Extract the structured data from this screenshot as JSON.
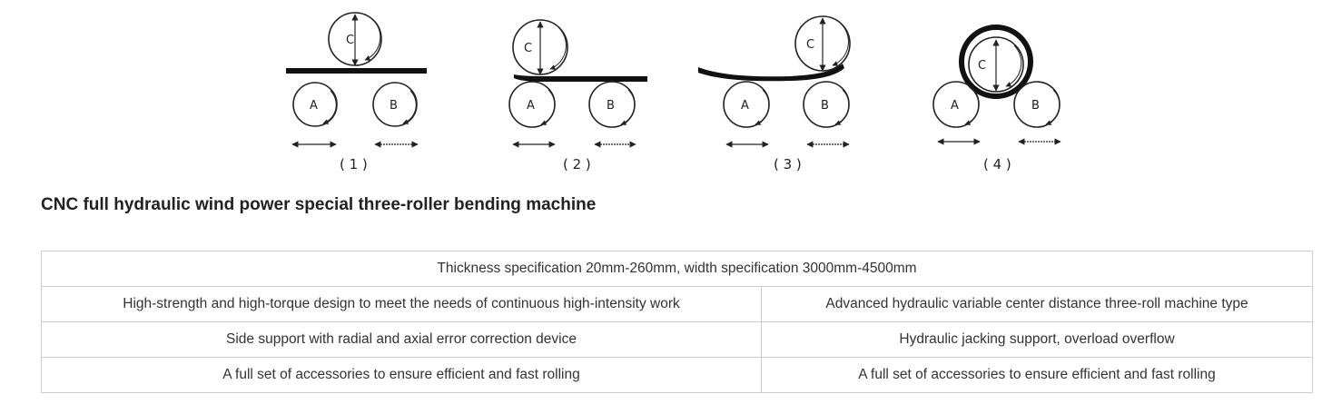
{
  "diagram": {
    "steps": [
      {
        "label": "( 1 )",
        "roll_top": "C",
        "roll_left": "A",
        "roll_right": "B"
      },
      {
        "label": "( 2 )",
        "roll_top": "C",
        "roll_left": "A",
        "roll_right": "B"
      },
      {
        "label": "( 3 )",
        "roll_top": "C",
        "roll_left": "A",
        "roll_right": "B"
      },
      {
        "label": "( 4 )",
        "roll_top": "C",
        "roll_left": "A",
        "roll_right": "B"
      }
    ]
  },
  "title": "CNC full hydraulic wind power special three-roller bending machine",
  "table": {
    "header": "Thickness specification 20mm-260mm, width specification 3000mm-4500mm",
    "rows": [
      [
        "High-strength and high-torque design to meet the needs of continuous high-intensity work",
        "Advanced hydraulic variable center distance three-roll machine type"
      ],
      [
        "Side support with radial and axial error correction device",
        "Hydraulic jacking support, overload overflow"
      ],
      [
        "A full set of accessories to ensure efficient and fast rolling",
        "A full set of accessories to ensure efficient and fast rolling"
      ]
    ]
  }
}
